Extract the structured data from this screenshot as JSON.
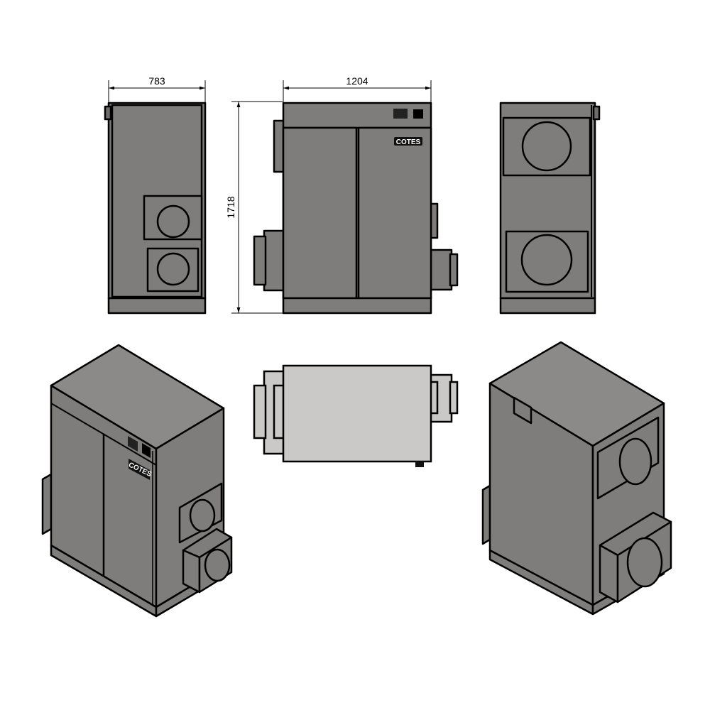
{
  "dimensions": {
    "width_side": "783",
    "width_front": "1204",
    "height": "1718"
  },
  "brand": {
    "logo": "COTES"
  },
  "colors": {
    "body": "#7f7d7b",
    "top_view": "#cac9c7",
    "outline": "#000000"
  }
}
